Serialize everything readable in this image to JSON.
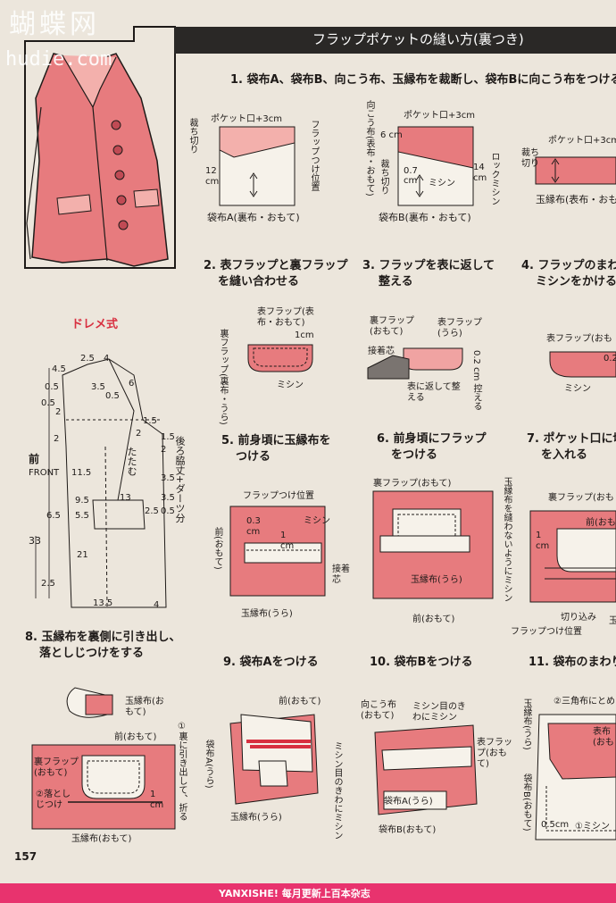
{
  "watermark": {
    "line1": "蝴蝶网",
    "line2": "hudie.com"
  },
  "header": {
    "title": "フラップポケットの縫い方(裏つき)"
  },
  "pattern": {
    "heading": "ドレメ式",
    "front_label": "前",
    "front_en": "FRONT",
    "side_note": "後ろ脇丈+ダーツ分",
    "fold_note": "たたむ",
    "numbers": [
      "4.5",
      "2.5",
      "4",
      "6",
      "0.5",
      "3.5",
      "0.5",
      "0.5",
      "2",
      "1.5",
      "11.5",
      "3.5",
      "2",
      "3.5",
      "0.5",
      "9.5",
      "2.5",
      "13",
      "6.5",
      "5.5",
      "33",
      "2.5",
      "13.5",
      "4",
      "2",
      "1.5",
      "2",
      "21"
    ]
  },
  "steps": {
    "s1": {
      "title": "1. 袋布A、袋布B、向こう布、玉縁布を裁断し、袋布Bに向こう布をつける",
      "a_cut": "裁ち切り",
      "a_mouth": "ポケット口+3cm",
      "a_flap_pos": "フラップつけ位置",
      "a_12": "12",
      "a_cm": "cm",
      "a_name": "袋布A(裏布・おもて)",
      "b_mukou": "向こう布(表布・おもて)",
      "b_mouth": "ポケット口+3cm",
      "b_6cm": "6 cm",
      "b_cut": "裁ち切り",
      "b_07": "0.7",
      "b_cm": "cm",
      "b_sewing": "ミシン",
      "b_14": "14",
      "b_cm2": "cm",
      "b_lock": "ロックミシン",
      "b_name": "袋布B(裏布・おもて)",
      "c_mouth": "ポケット口+3cm",
      "c_cut": "裁ち切り",
      "c_name": "玉縁布(表布・おも"
    },
    "s2": {
      "title1": "2. 表フラップと裏フラップ",
      "title2": "を縫い合わせる",
      "omote": "表フラップ(表布・おもて)",
      "ura": "裏フラップ(裏布・うら)",
      "cm1": "1cm",
      "sewing": "ミシン"
    },
    "s3": {
      "title1": "3. フラップを表に返して",
      "title2": "整える",
      "ura": "裏フラップ(おもて)",
      "omote": "表フラップ(うら)",
      "interface": "接着芯",
      "turn": "表に返して整える",
      "ease": "0.2 cm 控える"
    },
    "s4": {
      "title1": "4. フラップのまわり",
      "title2": "ミシンをかける",
      "omote": "表フラップ(おも",
      "sewing": "ミシン",
      "v": "0.2"
    },
    "s5": {
      "title1": "5. 前身頃に玉縁布を",
      "title2": "つける",
      "pos": "フラップつけ位置",
      "mae": "前(おもて)",
      "v03": "0.3 cm",
      "sewing": "ミシン",
      "cm1": "1 cm",
      "interface": "接着芯",
      "tamabuchi": "玉縁布(うら)"
    },
    "s6": {
      "title1": "6. 前身頃にフラップ",
      "title2": "をつける",
      "ura": "裏フラップ(おもて)",
      "tamabuchi": "玉縁布(うら)",
      "mae": "前(おもて)",
      "side": "玉縁布を縫わないようにミシン"
    },
    "s7": {
      "title1": "7. ポケット口に切",
      "title2": "を入れる",
      "ura": "裏フラップ(おも",
      "mae": "前(おも",
      "cm1": "1 cm",
      "cut": "切り込み",
      "pos": "フラップつけ位置",
      "tama": "玉"
    },
    "s8": {
      "title1": "8. 玉縁布を裏側に引き出し、",
      "title2": "落としじつけをする",
      "tamabuchi_top": "玉縁布(おもて)",
      "mae": "前(おもて)",
      "ura": "裏フラップ(おもて)",
      "otoshi": "②落とし じつけ",
      "pull": "①裏に引き出して、折る",
      "cm1": "1 cm",
      "tamabuchi_bottom": "玉縁布(おもて)"
    },
    "s9": {
      "title": "9. 袋布Aをつける",
      "mae": "前(おもて)",
      "fukuro": "袋布A(うら)",
      "tamabuchi": "玉縁布(うら)",
      "sewing": "ミシン目のきわにミシン"
    },
    "s10": {
      "title": "10. 袋布Bをつける",
      "mukou": "向こう布(おもて)",
      "sewing": "ミシン目のきわにミシン",
      "omote": "表フラップ(おもて)",
      "fa": "袋布A(うら)",
      "fb": "袋布B(おもて)"
    },
    "s11": {
      "title": "11. 袋布のまわり",
      "triangle": "②三角布にとめ",
      "tamabuchi": "玉縁布(うら)",
      "fb": "袋布B(おもて)",
      "omote": "表布(おも",
      "v05": "0.5cm",
      "sewing": "①ミシン"
    }
  },
  "page_number": "157",
  "footer": {
    "text": "YANXISHE! 每月更新上百本杂志"
  },
  "colors": {
    "pink": "#e77b7e",
    "header": "#2a2826",
    "footer": "#e8336e",
    "heading_red": "#d83040"
  }
}
